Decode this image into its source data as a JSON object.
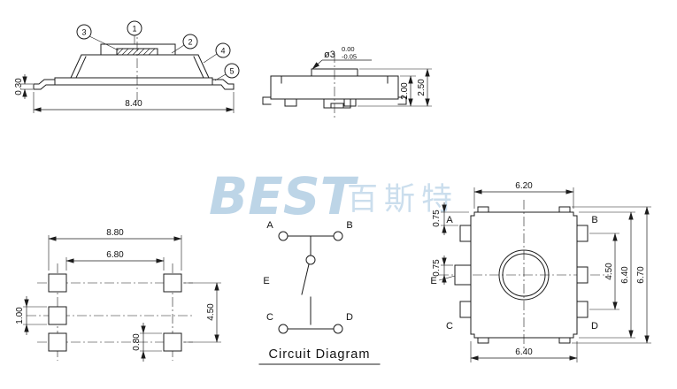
{
  "watermark": {
    "latin": "BEST",
    "cjk": "百斯特"
  },
  "views": {
    "front": {
      "balloons": [
        "1",
        "2",
        "3",
        "4",
        "5"
      ],
      "dims": {
        "overall_width": "8.40",
        "lead_thickness": "0.30"
      }
    },
    "side": {
      "dims": {
        "actuator_dia": "ø3",
        "dia_tol_upper": "0.00",
        "dia_tol_lower": "-0.05",
        "body_height": "2.00",
        "overall_height": "2.50"
      }
    },
    "land_pattern": {
      "dims": {
        "outer_width": "8.80",
        "inner_width": "6.80",
        "pad_row_span": "4.50",
        "mid_pad_height": "1.00",
        "corner_pad_height": "0.80"
      }
    },
    "circuit": {
      "labels": {
        "a": "A",
        "b": "B",
        "e": "E",
        "c": "C",
        "d": "D"
      },
      "caption": "Circuit Diagram"
    },
    "top": {
      "labels": {
        "a": "A",
        "b": "B",
        "e": "E",
        "c": "C",
        "d": "D"
      },
      "dims": {
        "top_width": "6.20",
        "bottom_width": "6.40",
        "pad_row_span": "4.50",
        "body_height": "6.40",
        "overall_height": "6.70",
        "pad_offset_top": "0.75",
        "pad_offset_mid": "0.75"
      }
    }
  }
}
